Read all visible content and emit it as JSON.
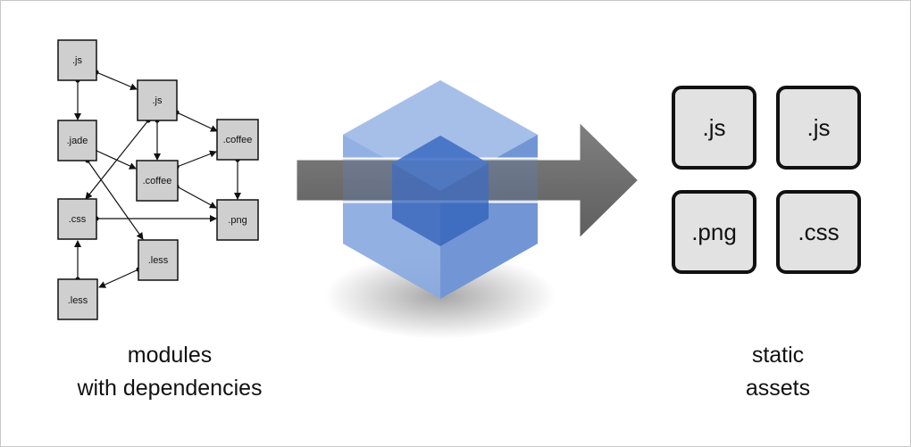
{
  "modules": {
    "caption_line1": "modules",
    "caption_line2": "with dependencies",
    "nodes": [
      {
        "id": "m1",
        "label": ".js"
      },
      {
        "id": "m2",
        "label": ".js"
      },
      {
        "id": "m3",
        "label": ".jade"
      },
      {
        "id": "m4",
        "label": ".coffee"
      },
      {
        "id": "m5",
        "label": ".coffee"
      },
      {
        "id": "m6",
        "label": ".css"
      },
      {
        "id": "m7",
        "label": ".png"
      },
      {
        "id": "m8",
        "label": ".less"
      },
      {
        "id": "m9",
        "label": ".less"
      }
    ]
  },
  "assets": {
    "caption_line1": "static",
    "caption_line2": "assets",
    "items": [
      {
        "label": ".js"
      },
      {
        "label": ".js"
      },
      {
        "label": ".png"
      },
      {
        "label": ".css"
      }
    ]
  },
  "colors": {
    "module_fill": "#cfcfcf",
    "asset_fill": "#e2e2e2",
    "cube_blue": "#7c9fd8",
    "arrow_gray": "#6b6b6b"
  }
}
